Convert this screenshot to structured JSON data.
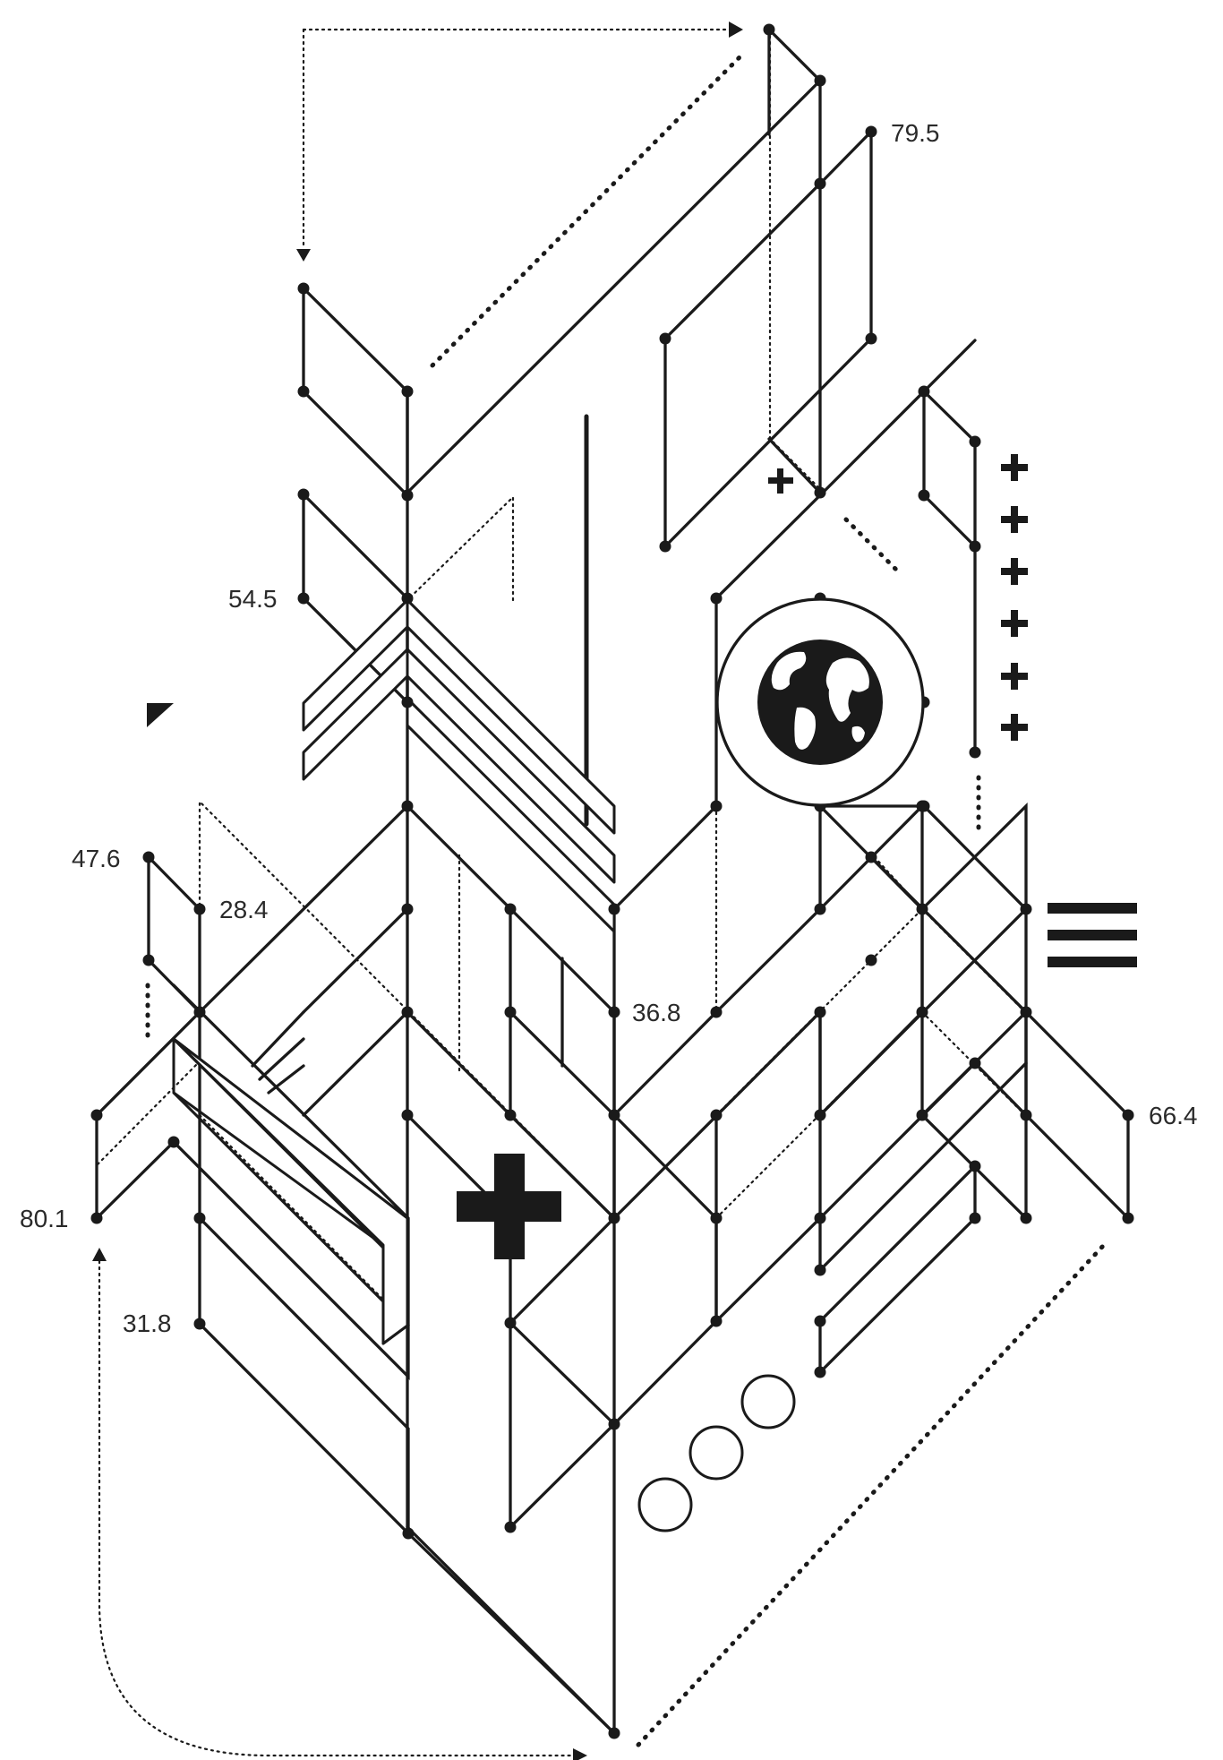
{
  "labels": {
    "top_right": "79.5",
    "upper_left": "54.5",
    "left_a": "47.6",
    "left_b": "28.4",
    "center": "36.8",
    "right": "66.4",
    "bottom_left": "80.1",
    "lower_left": "31.8"
  },
  "icons": {
    "globe": "globe-icon",
    "big_plus": "plus-icon",
    "small_plus": "plus-icon",
    "plus_column": "plus-icon",
    "menu": "hamburger-menu-icon",
    "corner": "corner-triangle-icon",
    "circles": "circle-outline-icon",
    "arrows": "arrow-head-icon"
  },
  "colors": {
    "ink": "#1a1a1a",
    "background": "#ffffff"
  }
}
